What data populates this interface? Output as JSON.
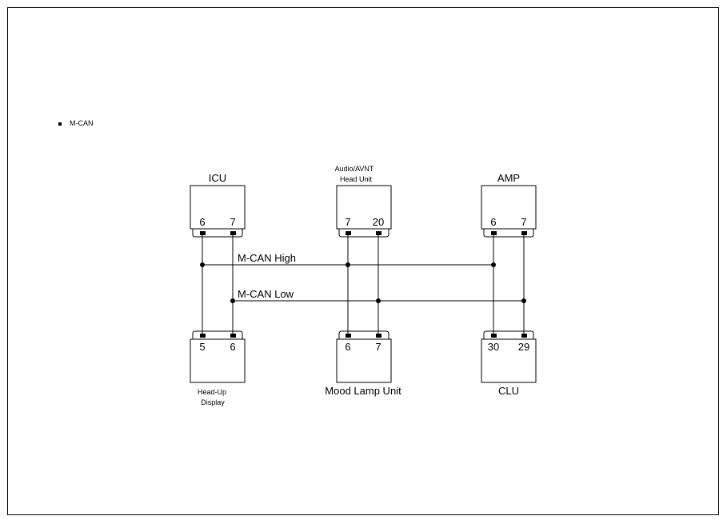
{
  "section": {
    "title": "M-CAN"
  },
  "buses": {
    "high": "M-CAN High",
    "low": "M-CAN Low"
  },
  "modules": {
    "icu": {
      "name": "ICU",
      "pins": [
        "6",
        "7"
      ]
    },
    "audio": {
      "name_line1": "Audio/AVNT",
      "name_line2": "Head Unit",
      "pins": [
        "7",
        "20"
      ]
    },
    "amp": {
      "name": "AMP",
      "pins": [
        "6",
        "7"
      ]
    },
    "hud": {
      "name_line1": "Head-Up",
      "name_line2": "Display",
      "pins": [
        "5",
        "6"
      ]
    },
    "mood": {
      "name": "Mood Lamp Unit",
      "pins": [
        "6",
        "7"
      ]
    },
    "clu": {
      "name": "CLU",
      "pins": [
        "30",
        "29"
      ]
    }
  }
}
